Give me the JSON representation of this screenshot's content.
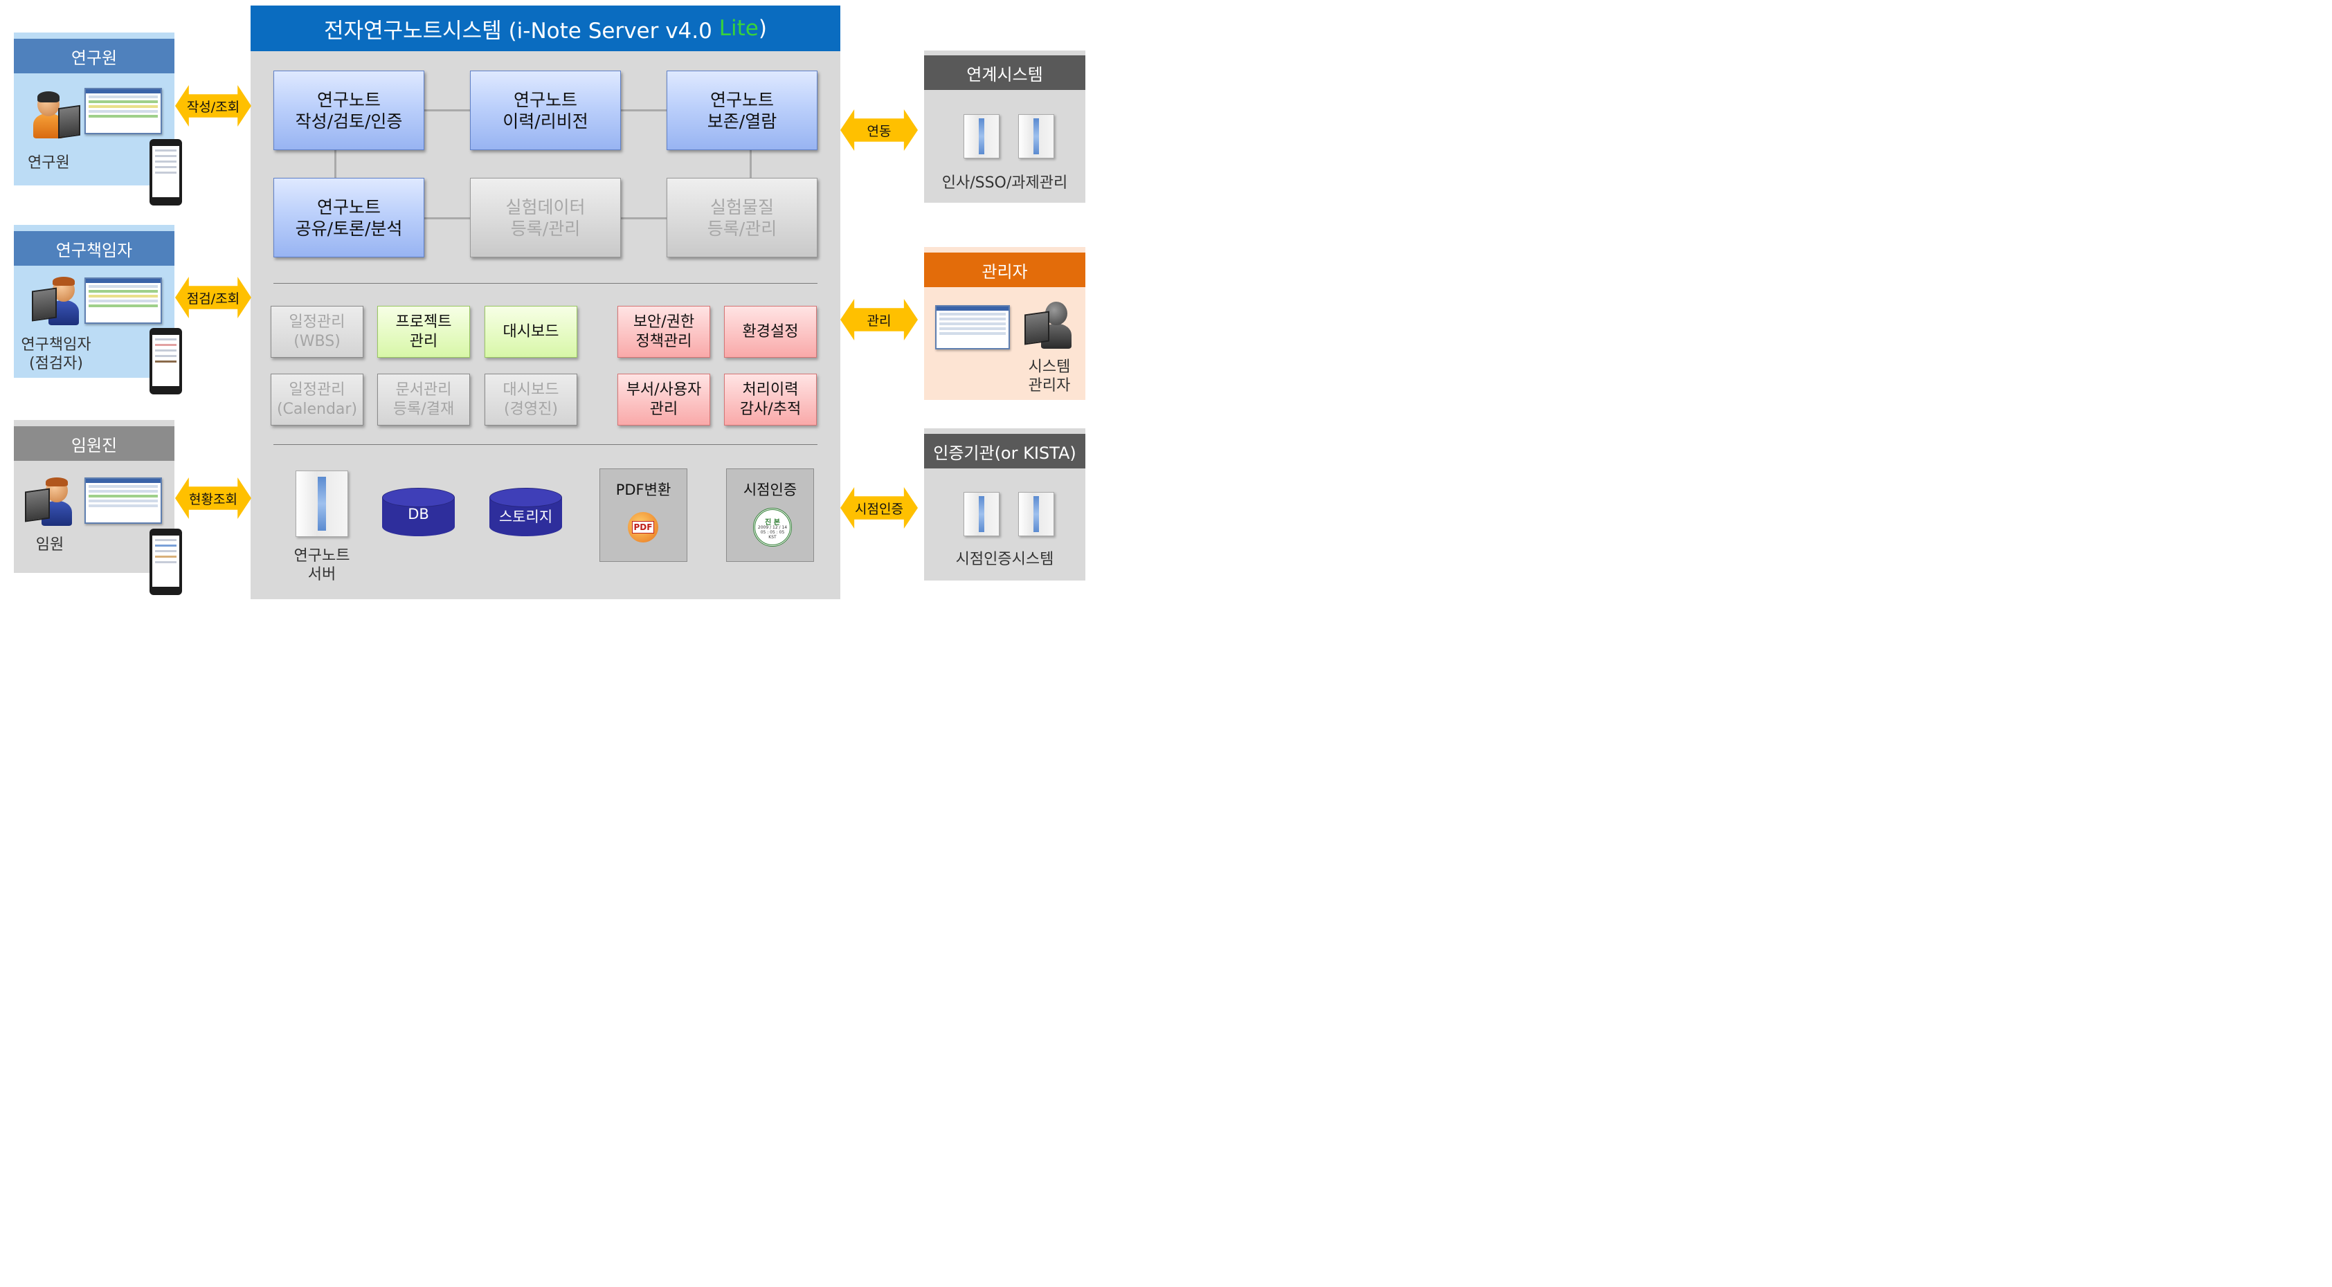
{
  "title_main": "전자연구노트시스템 (i-Note Server v4.0 ",
  "title_lite": "Lite",
  "title_end": ")",
  "modules": [
    {
      "label": "연구노트\n작성/검토/인증"
    },
    {
      "label": "연구노트\n이력/리비전"
    },
    {
      "label": "연구노트\n보존/열람"
    },
    {
      "label": "연구노트\n공유/토론/분석"
    },
    {
      "label": "실험데이터\n등록/관리"
    },
    {
      "label": "실험물질\n등록/관리"
    }
  ],
  "functions": [
    {
      "label": "일정관리\n(WBS)"
    },
    {
      "label": "프로젝트\n관리"
    },
    {
      "label": "대시보드"
    },
    {
      "label": "보안/권한\n정책관리"
    },
    {
      "label": "환경설정"
    },
    {
      "label": "일정관리\n(Calendar)"
    },
    {
      "label": "문서관리\n등록/결재"
    },
    {
      "label": "대시보드\n(경영진)"
    },
    {
      "label": "부서/사용자\n관리"
    },
    {
      "label": "처리이력\n감사/추적"
    }
  ],
  "infra": {
    "server_label": "연구노트\n서버",
    "db_label": "DB",
    "storage_label": "스토리지",
    "pdf_label": "PDF변환",
    "pdf_icon": "PDF",
    "timestamp_label": "시점인증",
    "seal_text": "진 본",
    "seal_date": "2009 / 12 / 14",
    "seal_time": "05 : 05 : 05",
    "seal_kst": "KST"
  },
  "left_panels": [
    {
      "header": "연구원",
      "user_label": "연구원",
      "arrow": "작성/조회"
    },
    {
      "header": "연구책임자",
      "user_label": "연구책임자\n(점검자)",
      "arrow": "점검/조회"
    },
    {
      "header": "임원진",
      "user_label": "임원",
      "arrow": "현황조회"
    }
  ],
  "right_panels": [
    {
      "header": "연계시스템",
      "label": "인사/SSO/과제관리",
      "arrow": "연동"
    },
    {
      "header": "관리자",
      "label": "시스템\n관리자",
      "arrow": "관리"
    },
    {
      "header": "인증기관(or KISTA)",
      "label": "시점인증시스템",
      "arrow": "시점인증"
    }
  ],
  "colors": {
    "title_bar": "#0a6cc0",
    "lite": "#37d23c",
    "arrow": "#ffc000",
    "researcher_head": "#4f81bd",
    "executive_head": "#8c8c8c",
    "link_head": "#595959",
    "admin_head": "#e36c0a"
  }
}
